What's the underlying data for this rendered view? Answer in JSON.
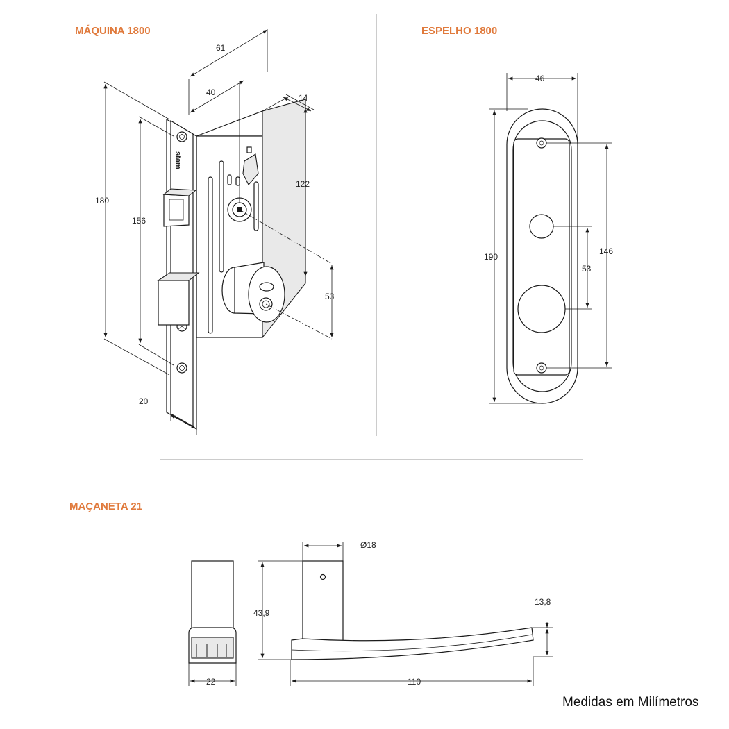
{
  "sections": {
    "maquina": {
      "title": "MÁQUINA 1800",
      "dims": {
        "d61": "61",
        "d40": "40",
        "d14": "14",
        "d122": "122",
        "d180": "180",
        "d156": "156",
        "d53": "53",
        "d20": "20"
      },
      "brand": "stam"
    },
    "espelho": {
      "title": "ESPELHO 1800",
      "dims": {
        "d46": "46",
        "d190": "190",
        "d146": "146",
        "d53": "53"
      }
    },
    "macaneta": {
      "title": "MAÇANETA 21",
      "dims": {
        "d18": "Ø18",
        "d43_9": "43,9",
        "d13_8": "13,8",
        "d22": "22",
        "d110": "110"
      }
    }
  },
  "footer": {
    "note": "Medidas em Milímetros"
  },
  "colors": {
    "title": "#e07a3c",
    "line": "#1a1a1a",
    "divider": "#cccccc"
  }
}
